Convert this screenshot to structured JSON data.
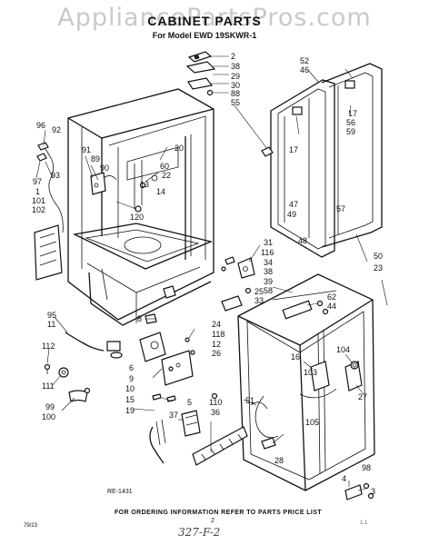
{
  "watermark": "AppliancePartsPros.com",
  "title": "CABINET PARTS",
  "subtitle": "For Model EWD 19SKWR-1",
  "footer": {
    "ref": "RE-1431",
    "ordering": "FOR ORDERING INFORMATION REFER TO PARTS PRICE LIST",
    "corner": "79/23",
    "page": "2",
    "handwritten": "327-F-2",
    "mark": "1.1"
  },
  "labels": {
    "l2": "2",
    "l38a": "38",
    "l29": "29",
    "l30": "30",
    "l88": "88",
    "l55": "55",
    "l52": "52",
    "l46": "46",
    "l17a": "17",
    "l56": "56",
    "l59": "59",
    "l17b": "17",
    "l47": "47",
    "l49": "49",
    "l57": "57",
    "l48": "48",
    "l50": "50",
    "l23": "23",
    "l96": "96",
    "l92": "92",
    "l93": "93",
    "l97": "97",
    "l1": "1",
    "l101": "101",
    "l102": "102",
    "l91": "91",
    "l89": "89",
    "l90": "90",
    "l20": "20",
    "l60": "60",
    "l22": "22",
    "l13": "13",
    "l14": "14",
    "l120": "120",
    "l31": "31",
    "l116": "116",
    "l34": "34",
    "l38b": "38",
    "l39": "39",
    "l58": "58",
    "l25": "25",
    "l33": "33",
    "l62": "62",
    "l44": "44",
    "l95": "95",
    "l11": "11",
    "l8": "8",
    "l112": "112",
    "l111": "111",
    "l99": "99",
    "l100": "100",
    "l24": "24",
    "l118": "118",
    "l12": "12",
    "l26": "26",
    "l6": "6",
    "l9": "9",
    "l10": "10",
    "l15": "15",
    "l5": "5",
    "l19": "19",
    "l37": "37",
    "l110": "110",
    "l36": "36",
    "l104": "104",
    "l16": "16",
    "l103": "103",
    "l27": "27",
    "l51": "51",
    "l105": "105",
    "l28": "28",
    "l98": "98",
    "l4": "4",
    "l3": "3"
  }
}
